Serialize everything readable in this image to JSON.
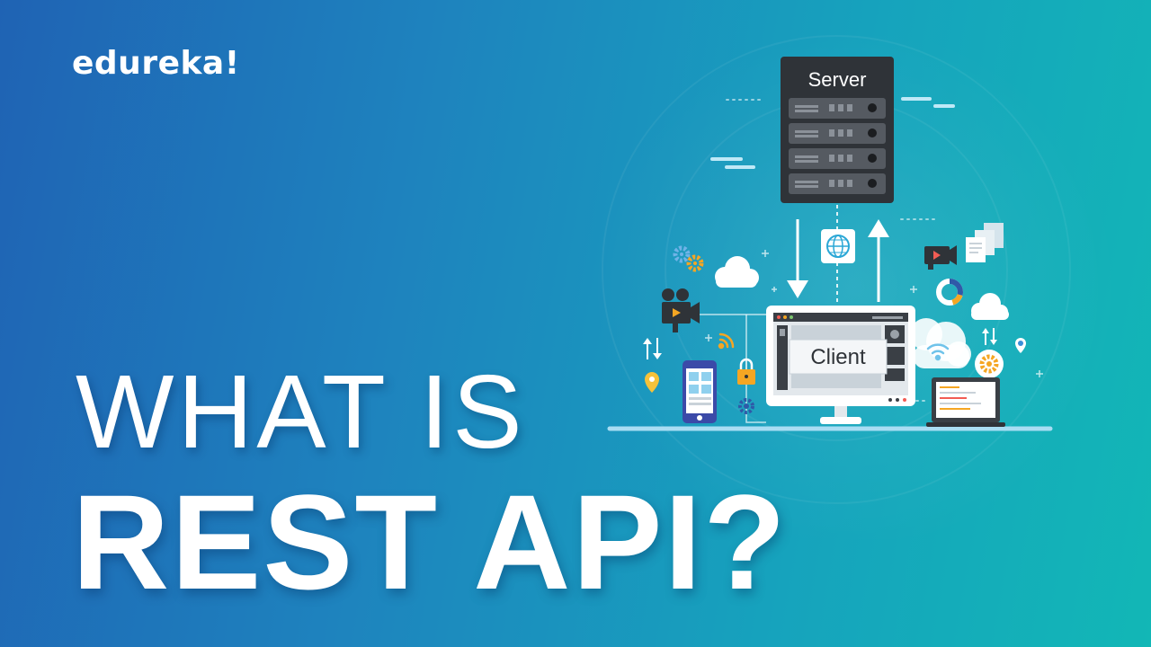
{
  "brand": {
    "logo_text": "edureka!"
  },
  "headline": {
    "line1": "WHAT IS",
    "line2": "REST API?"
  },
  "diagram": {
    "server_label": "Server",
    "client_label": "Client",
    "icons": [
      "server-rack-icon",
      "globe-icon",
      "arrow-up-icon",
      "arrow-down-icon",
      "monitor-icon",
      "smartphone-icon",
      "laptop-icon",
      "cloud-icon",
      "gear-icon",
      "video-camera-icon",
      "padlock-icon",
      "wifi-icon",
      "map-pin-icon",
      "documents-icon",
      "donut-chart-icon",
      "transfer-arrows-icon"
    ]
  },
  "colors": {
    "background_left": "#1f63b4",
    "background_right": "#12b7b6",
    "server_dark": "#2f3338",
    "accent_orange": "#f5a623",
    "base_line": "#a9ddf3"
  }
}
